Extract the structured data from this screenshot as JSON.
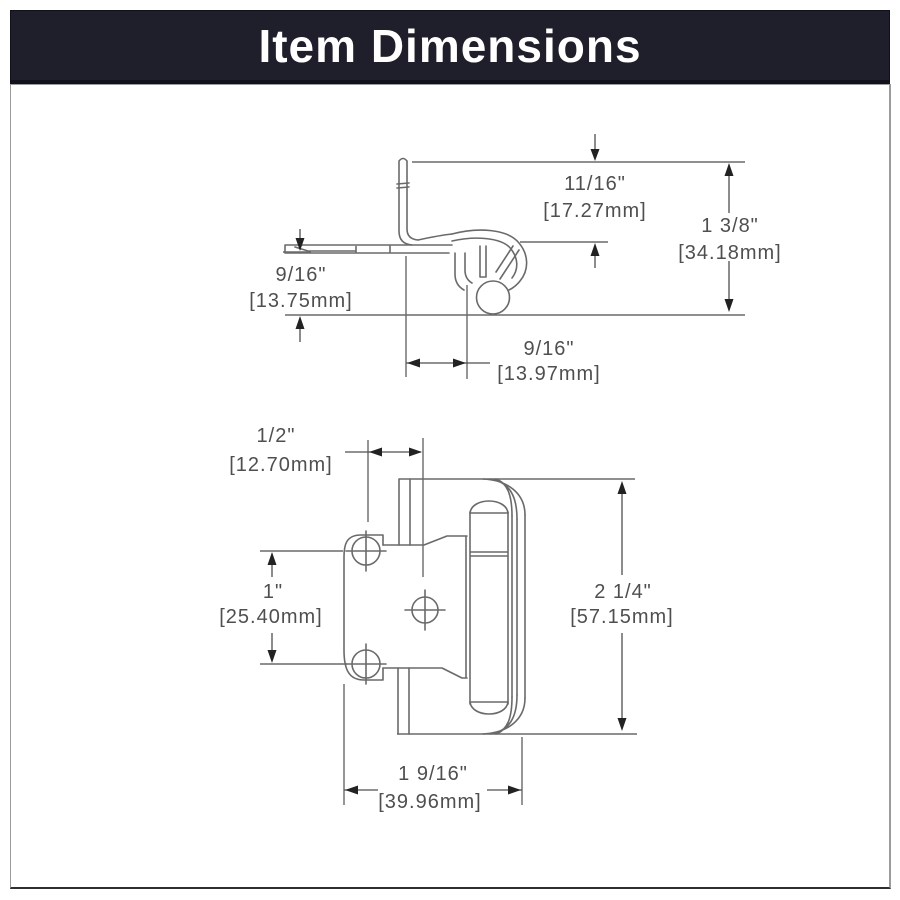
{
  "header": {
    "title": "Item Dimensions"
  },
  "colors": {
    "header_bg": "#1e1f2b",
    "header_text": "#ffffff",
    "drawing_line": "#6a6a6a",
    "dimension_line": "#4f4f4f",
    "dimension_text": "#4f4f4f",
    "arrowhead": "#222222",
    "frame_border": "#9b9b9b"
  },
  "side_view": {
    "description": "hinge side profile",
    "dimensions": {
      "door_overlay": {
        "inches": "11/16\"",
        "mm": "[17.27mm]"
      },
      "overall_height": {
        "inches": "1 3/8\"",
        "mm": "[34.18mm]"
      },
      "flange_height": {
        "inches": "9/16\"",
        "mm": "[13.75mm]"
      },
      "side_offset": {
        "inches": "9/16\"",
        "mm": "[13.97mm]"
      }
    }
  },
  "front_view": {
    "description": "hinge front view",
    "dimensions": {
      "hole_offset": {
        "inches": "1/2\"",
        "mm": "[12.70mm]"
      },
      "hole_spacing": {
        "inches": "1\"",
        "mm": "[25.40mm]"
      },
      "overall_height": {
        "inches": "2 1/4\"",
        "mm": "[57.15mm]"
      },
      "overall_width": {
        "inches": "1 9/16\"",
        "mm": "[39.96mm]"
      }
    }
  }
}
